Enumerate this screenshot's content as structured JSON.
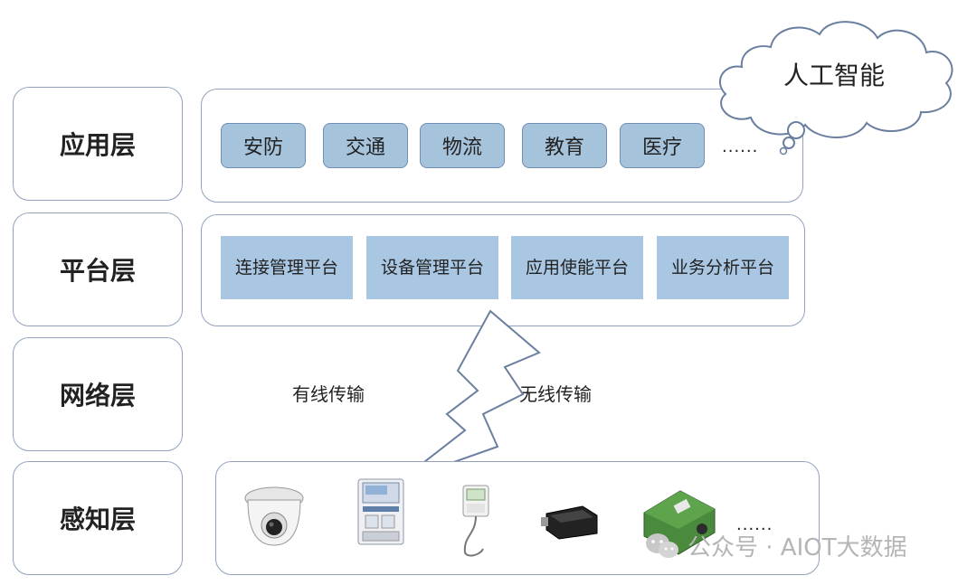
{
  "layers": {
    "application": "应用层",
    "platform": "平台层",
    "network": "网络层",
    "perception": "感知层"
  },
  "cloud_label": "人工智能",
  "applications": [
    "安防",
    "交通",
    "物流",
    "教育",
    "医疗"
  ],
  "applications_more": "......",
  "platforms": [
    "连接管理平台",
    "设备管理平台",
    "应用使能平台",
    "业务分析平台"
  ],
  "network": {
    "wired": "有线传输",
    "wireless": "无线传输"
  },
  "devices": [
    "camera-device",
    "smart-meter-device",
    "temperature-sensor-device",
    "car-charger-device",
    "industrial-sensor-device"
  ],
  "devices_more": "......",
  "watermark": "公众号 · AIOT大数据",
  "colors": {
    "border": "#93a3bd",
    "app_chip": "#a6c3dc",
    "platform_box": "#a9c7e3"
  }
}
